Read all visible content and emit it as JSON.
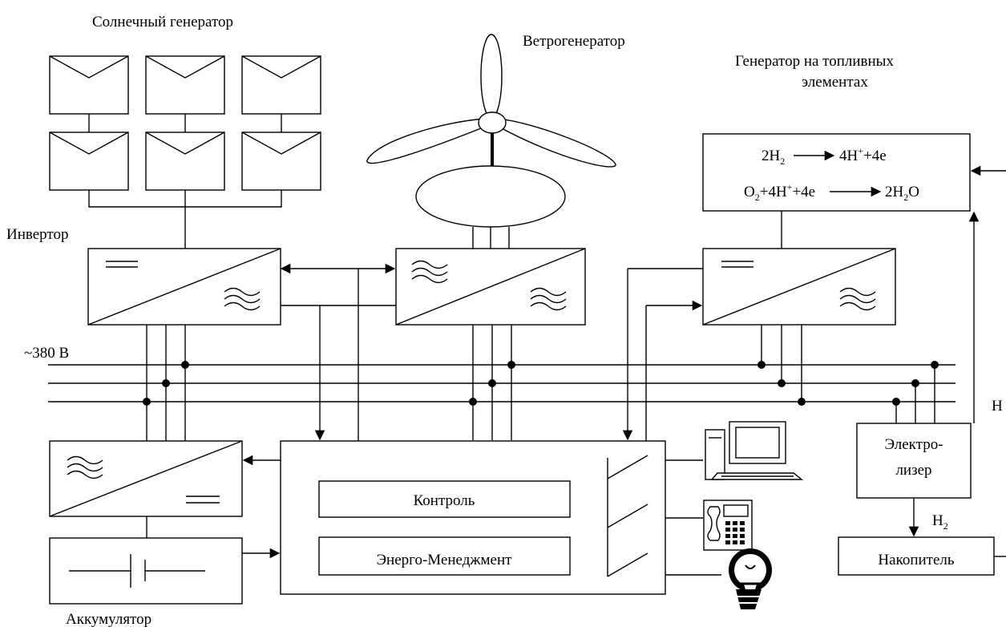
{
  "labels": {
    "solar": "Солнечный генератор",
    "wind": "Ветрогенератор",
    "fuel_cell_line1": "Генератор на топливных",
    "fuel_cell_line2": "элементах",
    "inverter": "Инвертор",
    "voltage": "~380 В",
    "battery": "Аккумулятор",
    "control": "Контроль",
    "energy_mgmt": "Энерго-Менеджмент",
    "electrolyzer_line1": "Электро-",
    "electrolyzer_line2": "лизер",
    "storage": "Накопитель",
    "h_cut": "H",
    "h2_label": "H",
    "h2_sub": "2"
  },
  "reactions": {
    "r1_left": "2H",
    "r1_left_sub": "2",
    "r1_right": "4H",
    "r1_right_sup": "+",
    "r1_right_tail": "+4e",
    "r2_left_a": "O",
    "r2_left_a_sub": "2",
    "r2_left_b": "+4H",
    "r2_left_b_sup": "+",
    "r2_left_c": "+4e",
    "r2_right_a": "2H",
    "r2_right_a_sub": "2",
    "r2_right_b": "O"
  },
  "icons": [
    "computer-icon",
    "telephone-icon",
    "light-bulb-icon",
    "solar-panel-icon",
    "wind-turbine-icon"
  ]
}
